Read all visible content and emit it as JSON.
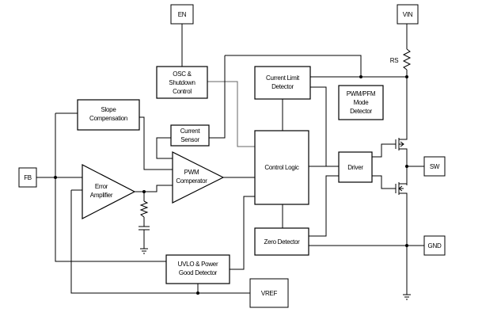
{
  "blocks": {
    "en": "EN",
    "vin": "VIN",
    "rs": "RS",
    "osc_line1": "OSC &",
    "osc_line2": "Shutdown",
    "osc_line3": "Control",
    "current_limit_line1": "Current Limit",
    "current_limit_line2": "Detector",
    "pwm_pfm_line1": "PWM/PFM",
    "pwm_pfm_line2": "Mode",
    "pwm_pfm_line3": "Detector",
    "slope_line1": "Slope",
    "slope_line2": "Compensation",
    "current_sensor_line1": "Current",
    "current_sensor_line2": "Sensor",
    "fb": "FB",
    "error_amp_line1": "Error",
    "error_amp_line2": "Amplifier",
    "pwm_comp_line1": "PWM",
    "pwm_comp_line2": "Comperator",
    "control_logic": "Control Logic",
    "driver": "Driver",
    "sw": "SW",
    "zero_detector": "Zero Detector",
    "gnd": "GND",
    "uvlo_line1": "UVLO & Power",
    "uvlo_line2": "Good Detector",
    "vref": "VREF"
  }
}
